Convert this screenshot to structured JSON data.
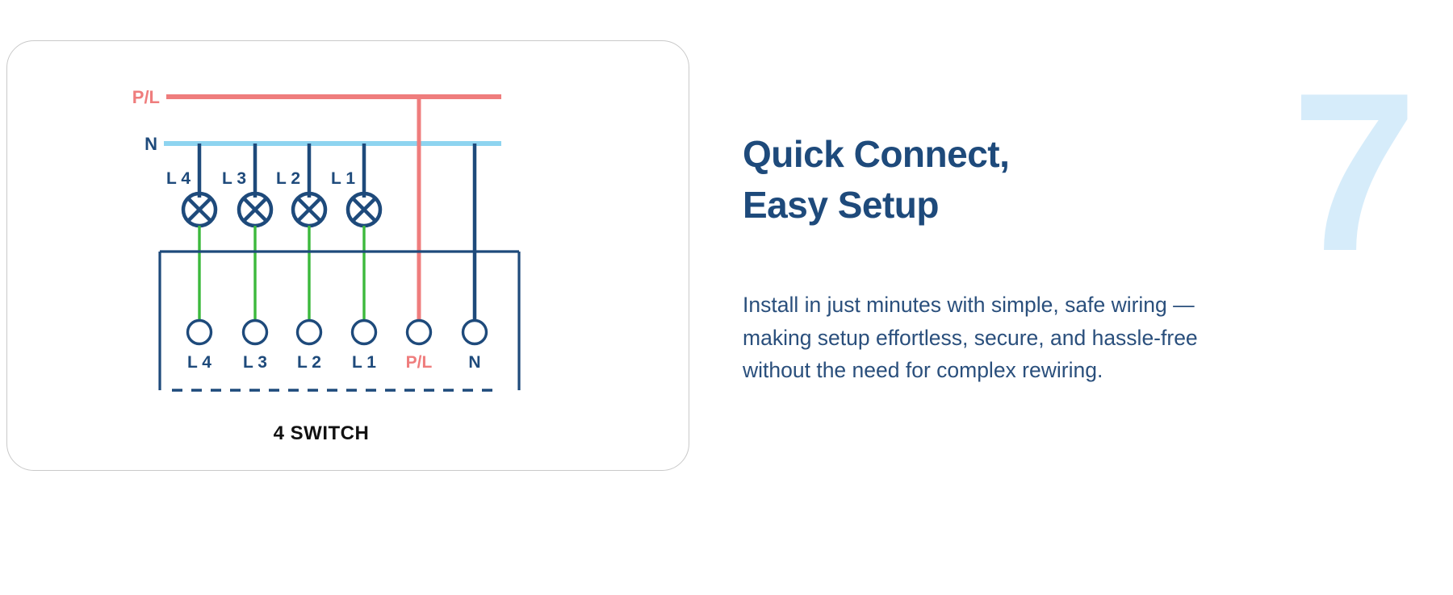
{
  "feature": {
    "number": "7",
    "headline": "Quick Connect,\nEasy Setup",
    "body": "Install in just minutes with simple, safe wiring — making setup effortless, secure, and hassle-free without the need for complex rewiring."
  },
  "colors": {
    "navy": "#1e4a7b",
    "navy_text": "#2a4f7c",
    "red": "#ef7d7d",
    "light_blue": "#8ed4f0",
    "green": "#3cb93c",
    "watermark": "#d6ecfa",
    "card_border": "#c9c9c9",
    "caption": "#111111"
  },
  "diagram": {
    "caption": "4 SWITCH",
    "bus_labels": {
      "live": "P/L",
      "neutral": "N"
    },
    "lamp_labels": [
      "L 4",
      "L 3",
      "L 2",
      "L 1"
    ],
    "terminal_labels": [
      "L 4",
      "L 3",
      "L 2",
      "L 1",
      "P/L",
      "N"
    ],
    "terminal_label_colors": [
      "#1e4a7b",
      "#1e4a7b",
      "#1e4a7b",
      "#1e4a7b",
      "#ef7d7d",
      "#1e4a7b"
    ]
  }
}
